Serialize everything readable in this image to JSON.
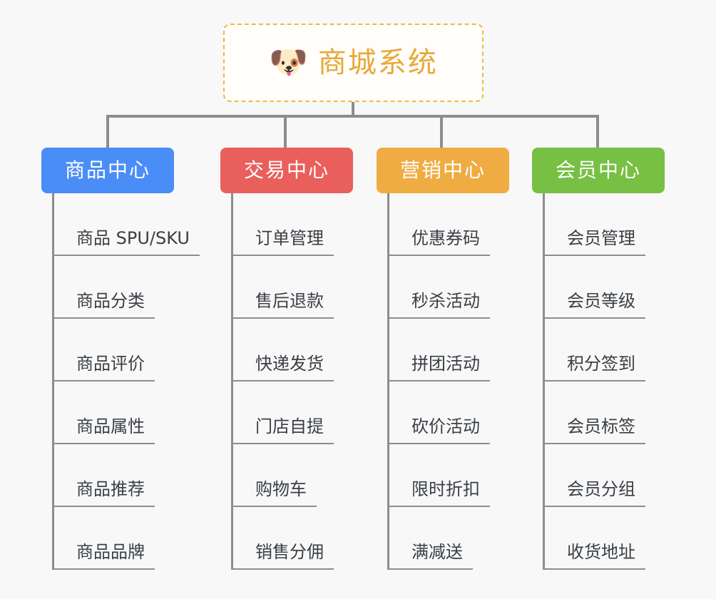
{
  "page": {
    "background_color": "#f8f8f8",
    "type": "org-chart-mindmap"
  },
  "root": {
    "icon": "shiba-dog-face-emoji",
    "icon_glyph": "🐶",
    "title": "商城系统",
    "border_color": "#f0b849",
    "text_color": "#e9a83a"
  },
  "connector": {
    "color": "#8d8d8d"
  },
  "categories": [
    {
      "label": "商品中心",
      "color": "#4a8df6",
      "items": [
        "商品 SPU/SKU",
        "商品分类",
        "商品评价",
        "商品属性",
        "商品推荐",
        "商品品牌"
      ]
    },
    {
      "label": "交易中心",
      "color": "#e95f5c",
      "items": [
        "订单管理",
        "售后退款",
        "快递发货",
        "门店自提",
        "购物车",
        "销售分佣"
      ]
    },
    {
      "label": "营销中心",
      "color": "#eeac43",
      "items": [
        "优惠券码",
        "秒杀活动",
        "拼团活动",
        "砍价活动",
        "限时折扣",
        "满减送"
      ]
    },
    {
      "label": "会员中心",
      "color": "#77c043",
      "items": [
        "会员管理",
        "会员等级",
        "积分签到",
        "会员标签",
        "会员分组",
        "收货地址"
      ]
    }
  ]
}
